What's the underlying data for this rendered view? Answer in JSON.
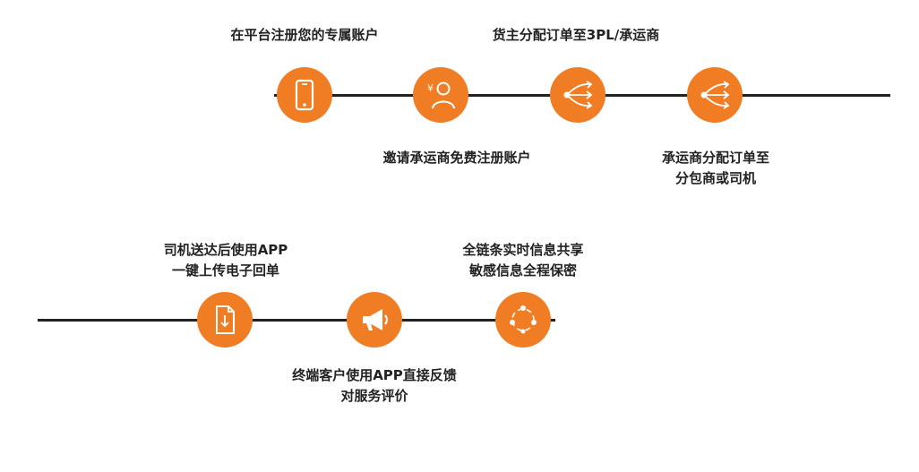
{
  "colors": {
    "accent": "#f07d24",
    "line": "#222222",
    "text": "#222222"
  },
  "row1": {
    "steps": [
      {
        "icon": "smartphone-icon",
        "lines": [
          "在平台注册您的专属账户"
        ]
      },
      {
        "icon": "user-yen-icon",
        "lines": [
          "邀请承运商免费注册账户"
        ]
      },
      {
        "icon": "distribute-arrows-icon",
        "lines": [
          "货主分配订单至3PL/承运商"
        ]
      },
      {
        "icon": "distribute-arrows-icon",
        "lines": [
          "承运商分配订单至",
          "分包商或司机"
        ]
      }
    ]
  },
  "row2": {
    "steps": [
      {
        "icon": "document-download-icon",
        "lines": [
          "司机送达后使用APP",
          "一键上传电子回单"
        ]
      },
      {
        "icon": "megaphone-icon",
        "lines": [
          "终端客户使用APP直接反馈",
          "对服务评价"
        ]
      },
      {
        "icon": "cycle-share-icon",
        "lines": [
          "全链条实时信息共享",
          "敏感信息全程保密"
        ]
      }
    ]
  }
}
